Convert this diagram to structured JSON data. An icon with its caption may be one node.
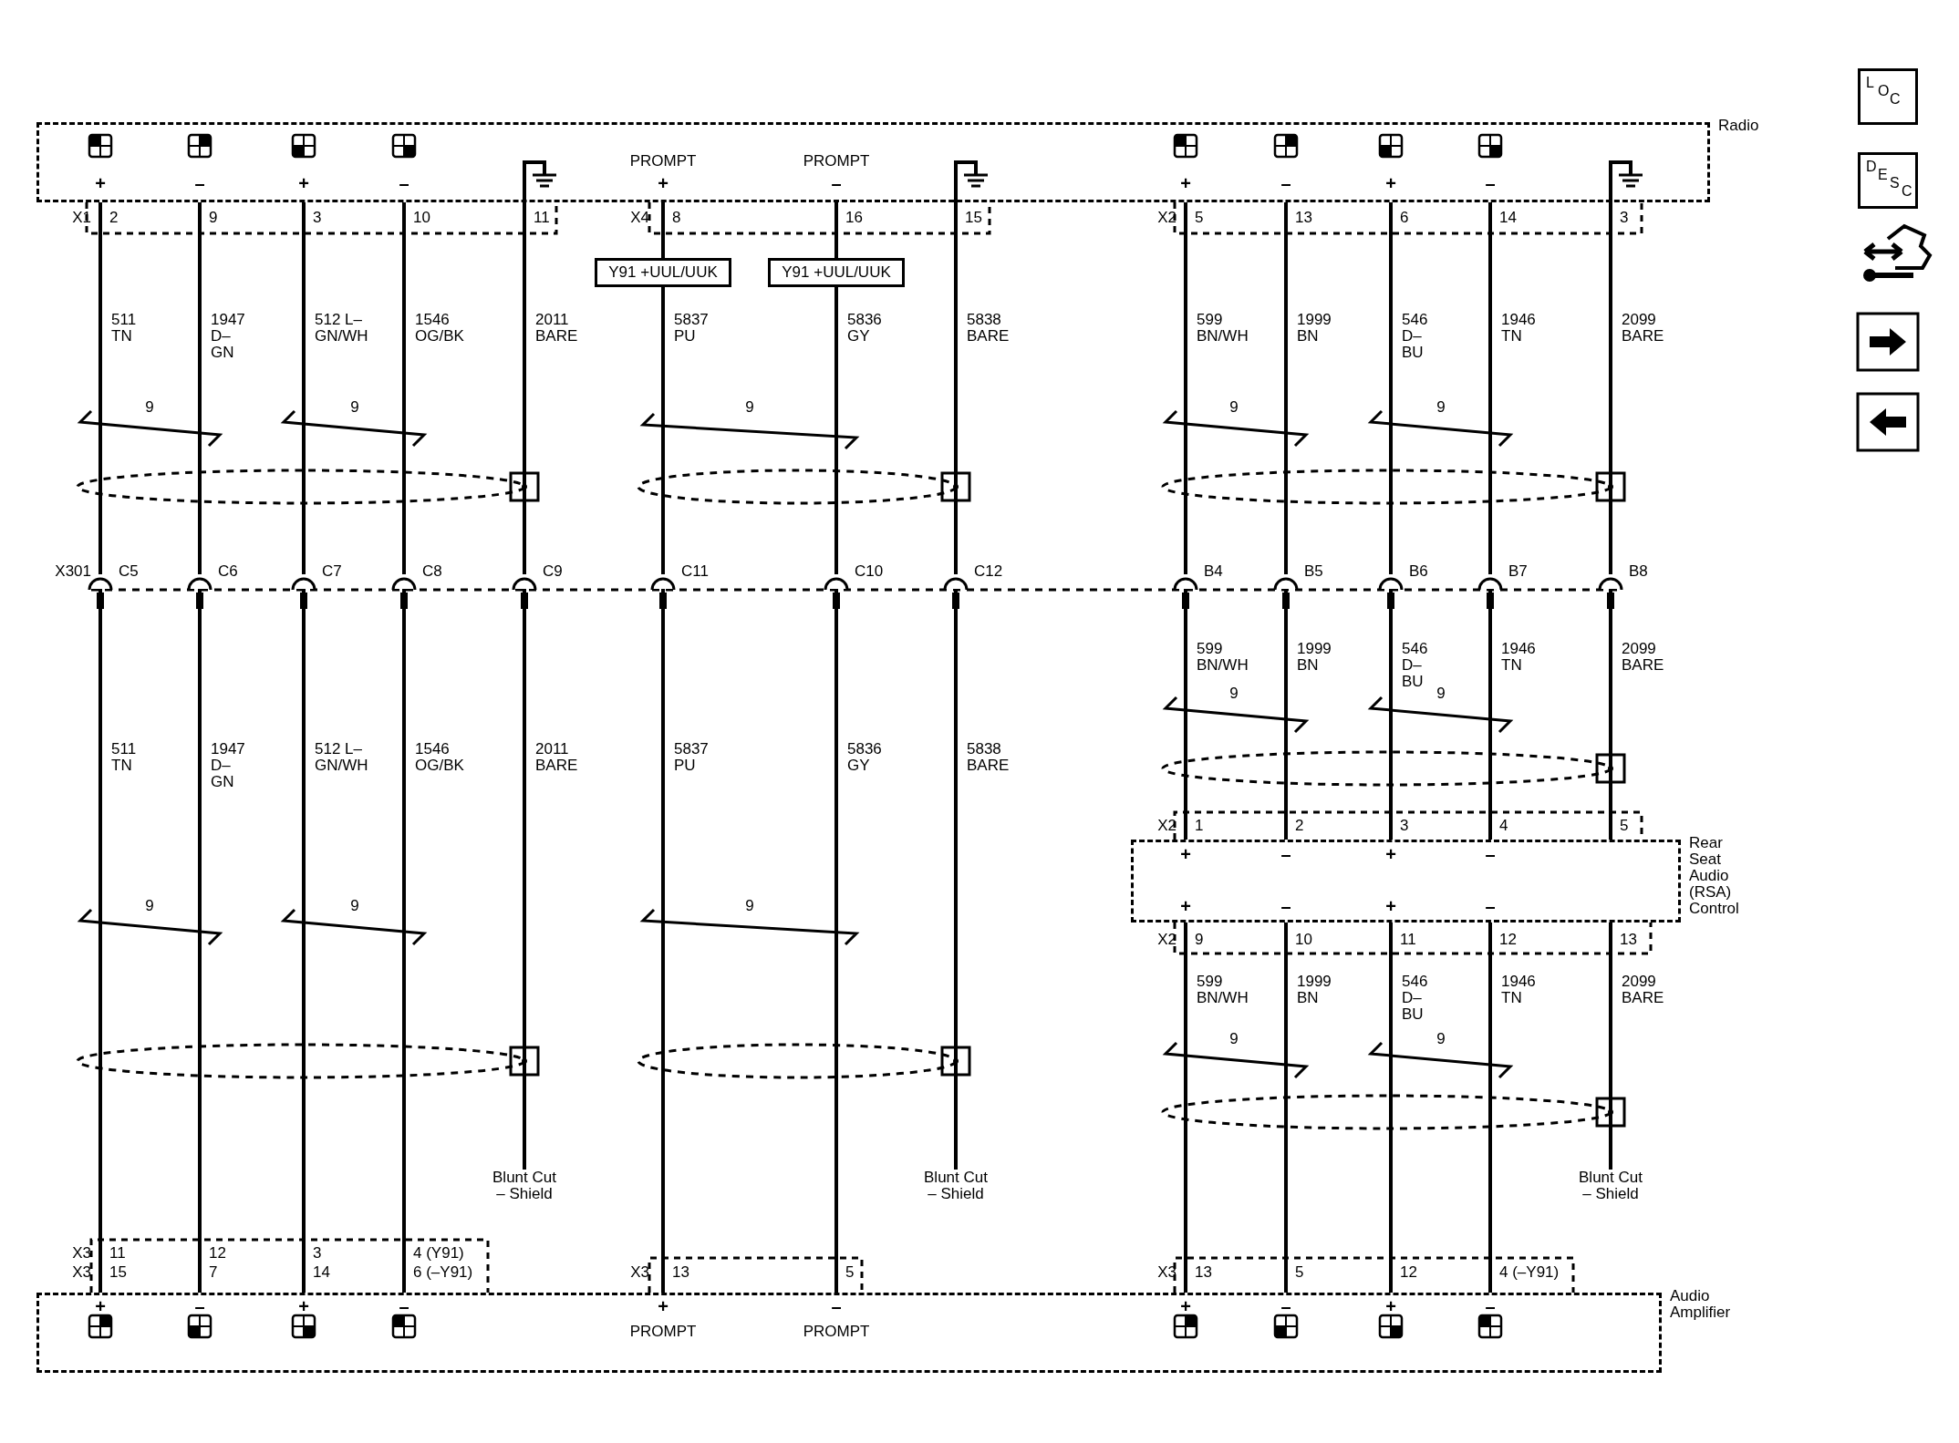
{
  "diagram": {
    "nodes": [
      {
        "text": [
          "Radio"
        ]
      },
      {
        "text": [
          "Y91 +UUL/UUK"
        ]
      },
      {
        "text": [
          "Y91 +UUL/UUK"
        ]
      },
      {
        "text": [
          "Rear Seat Audio (RSA) Control"
        ]
      },
      {
        "text": [
          "Audio Amplifier"
        ]
      },
      {
        "text": [
          "Blunt Cut – Shield"
        ]
      },
      {
        "text": [
          "Blunt Cut – Shield"
        ]
      },
      {
        "text": [
          "Blunt Cut – Shield"
        ]
      }
    ],
    "edges": [
      {
        "from": 0,
        "to": 4,
        "arrow": "none"
      },
      {
        "from": 0,
        "to": 4,
        "arrow": "none"
      },
      {
        "from": 0,
        "to": 4,
        "arrow": "none"
      },
      {
        "from": 0,
        "to": 4,
        "arrow": "none"
      },
      {
        "from": 0,
        "to": 5,
        "arrow": "none"
      },
      {
        "from": 0,
        "to": 1,
        "arrow": "none"
      },
      {
        "from": 1,
        "to": 4,
        "arrow": "none"
      },
      {
        "from": 0,
        "to": 2,
        "arrow": "none"
      },
      {
        "from": 2,
        "to": 4,
        "arrow": "none"
      },
      {
        "from": 0,
        "to": 6,
        "arrow": "none"
      },
      {
        "from": 0,
        "to": 3,
        "arrow": "none"
      },
      {
        "from": 0,
        "to": 3,
        "arrow": "none"
      },
      {
        "from": 0,
        "to": 3,
        "arrow": "none"
      },
      {
        "from": 0,
        "to": 3,
        "arrow": "none"
      },
      {
        "from": 0,
        "to": 3,
        "arrow": "none"
      },
      {
        "from": 3,
        "to": 4,
        "arrow": "none"
      },
      {
        "from": 3,
        "to": 4,
        "arrow": "none"
      },
      {
        "from": 3,
        "to": 4,
        "arrow": "none"
      },
      {
        "from": 3,
        "to": 4,
        "arrow": "none"
      },
      {
        "from": 3,
        "to": 7,
        "arrow": "none"
      }
    ],
    "labels": [
      "LOC",
      "DESC",
      "PROMPT",
      "PROMPT",
      "+",
      "–",
      "+",
      "–",
      "+",
      "–",
      "+",
      "–",
      "+",
      "–",
      "X1",
      "2",
      "9",
      "3",
      "10",
      "11",
      "X4",
      "8",
      "16",
      "15",
      "X2",
      "5",
      "13",
      "6",
      "14",
      "3",
      "511 TN",
      "1947 D–GN",
      "512 L–GN/WH",
      "1546 OG/BK",
      "2011 BARE",
      "5837 PU",
      "5836 GY",
      "5838 BARE",
      "599 BN/WH",
      "1999 BN",
      "546 D–BU",
      "1946 TN",
      "2099 BARE",
      "9",
      "9",
      "9",
      "9",
      "9",
      "X301",
      "C5",
      "C6",
      "C7",
      "C8",
      "C9",
      "C11",
      "C10",
      "C12",
      "B4",
      "B5",
      "B6",
      "B7",
      "B8",
      "599 BN/WH",
      "1999 BN",
      "546 D–BU",
      "1946 TN",
      "2099 BARE",
      "9",
      "9",
      "511 TN",
      "1947 D–GN",
      "512 L–GN/WH",
      "1546 OG/BK",
      "2011 BARE",
      "5837 PU",
      "5836 GY",
      "5838 BARE",
      "X2",
      "1",
      "2",
      "3",
      "4",
      "5",
      "+",
      "–",
      "+",
      "–",
      "+",
      "–",
      "+",
      "–",
      "9",
      "9",
      "9",
      "X2",
      "9",
      "10",
      "11",
      "12",
      "13",
      "599 BN/WH",
      "1999 BN",
      "546 D–BU",
      "1946 TN",
      "2099 BARE",
      "9",
      "9",
      "X3",
      "11",
      "12",
      "3",
      "4 (Y91)",
      "X3",
      "15",
      "7",
      "14",
      "6 (–Y91)",
      "X3",
      "13",
      "5",
      "X3",
      "13",
      "5",
      "12",
      "4 (–Y91)",
      "+",
      "–",
      "+",
      "–",
      "+",
      "–",
      "+",
      "–",
      "+",
      "–",
      "PROMPT",
      "PROMPT"
    ]
  }
}
